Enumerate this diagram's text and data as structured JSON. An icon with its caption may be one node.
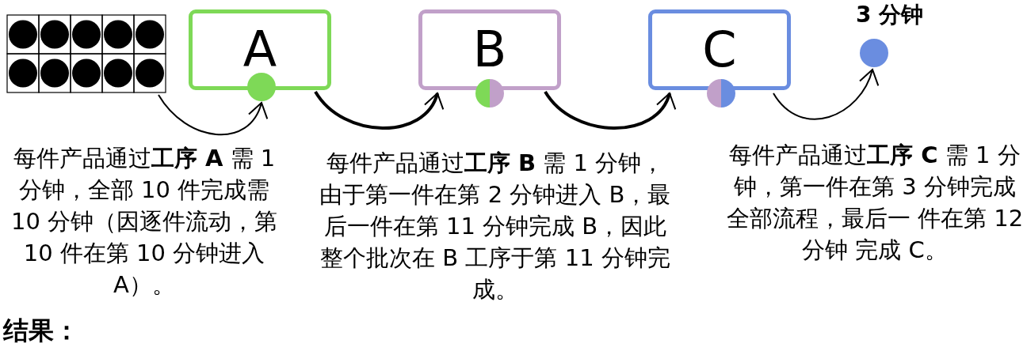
{
  "diagram": {
    "nodes": [
      {
        "text": [],
        "shape": "picture"
      },
      {
        "text": [
          "A"
        ]
      },
      {
        "text": [],
        "shape": "circle"
      },
      {
        "text": [
          "B"
        ]
      },
      {
        "text": [],
        "shape": "circle"
      },
      {
        "text": [
          "C"
        ]
      },
      {
        "text": [],
        "shape": "circle"
      },
      {
        "text": [],
        "shape": "circle",
        "beside": [
          "3 分钟"
        ]
      }
    ],
    "edges": [
      {
        "from": 0,
        "to": 2,
        "arrow": "to"
      },
      {
        "from": 1,
        "to": 3,
        "arrow": "to",
        "style": "thick"
      },
      {
        "from": 3,
        "to": 5,
        "arrow": "to",
        "style": "thick"
      },
      {
        "from": 5,
        "to": 7,
        "arrow": "to"
      }
    ],
    "labels": [
      "每件产品通过**工序 A** 需 1 分钟，全部 10 件完成需 10 分钟（因逐件流动，第 10 件在第 10 分钟进入 A）。",
      "每件产品通过**工序 B** 需 1 分钟，由于第一件在第 2 分钟进入 B，最后一件在第 11 分钟完成 B，因此整个批次在 B 工序于第 11 分钟完成。",
      "每件产品通过**工序 C** 需 1 分钟，第一件在第 3 分钟完成全部流程，最后一 件在第 12 分钟 完成 C。",
      "结果："
    ]
  }
}
